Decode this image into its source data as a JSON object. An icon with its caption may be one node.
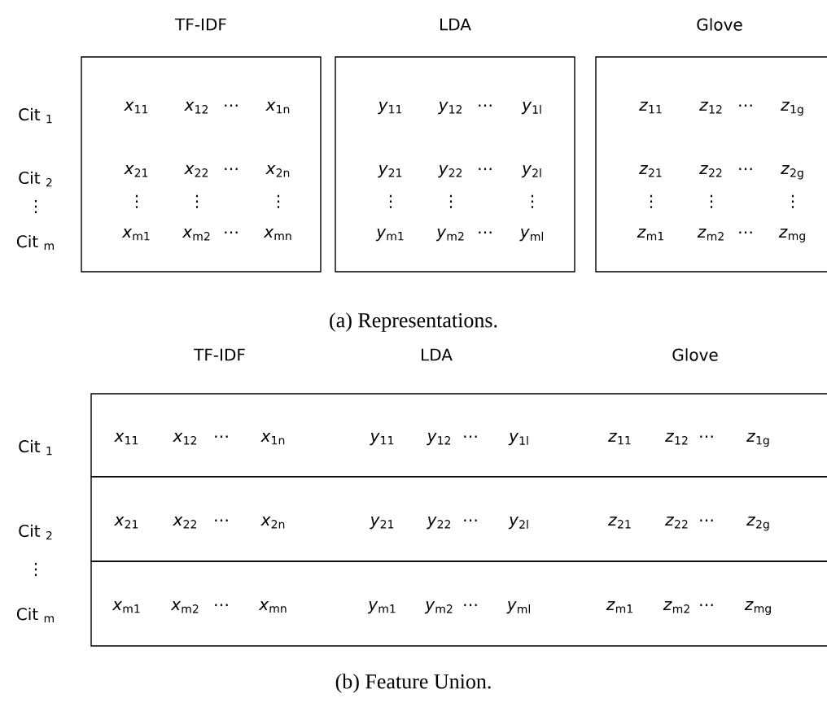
{
  "diagram": {
    "nodes": [
      {
        "text": [
          "TF-IDF",
          "*x*$_{11}$",
          "*x*$_{12}$",
          "⋯",
          "*x*$_{1n}$",
          "*x*$_{21}$",
          "*x*$_{22}$",
          "⋯",
          "*x*$_{2n}$",
          "⋮",
          "⋮",
          "⋮",
          "*x*$_{m1}$",
          "*x*$_{m2}$",
          "⋯",
          "*x*$_{mn}$"
        ]
      },
      {
        "text": [
          "LDA",
          "*y*$_{11}$",
          "*y*$_{12}$",
          "⋯",
          "*y*$_{1l}$",
          "*y*$_{21}$",
          "*y*$_{22}$",
          "⋯",
          "*y*$_{2l}$",
          "⋮",
          "⋮",
          "⋮",
          "*y*$_{m1}$",
          "*y*$_{m2}$",
          "⋯",
          "*y*$_{ml}$"
        ]
      },
      {
        "text": [
          "Glove",
          "*z*$_{11}$",
          "*z*$_{12}$",
          "⋯",
          "*z*$_{1g}$",
          "*z*$_{21}$",
          "*z*$_{22}$",
          "⋯",
          "*z*$_{2g}$",
          "⋮",
          "⋮",
          "⋮",
          "*z*$_{m1}$",
          "*z*$_{m2}$",
          "⋯",
          "*z*$_{mg}$"
        ]
      },
      {
        "text": [
          "*x*$_{11}$",
          "*x*$_{12}$",
          "⋯",
          "*x*$_{1n}$",
          "*y*$_{11}$",
          "*y*$_{12}$",
          "⋯",
          "*y*$_{1l}$",
          "*z*$_{11}$",
          "*z*$_{12}$",
          "⋯",
          "*z*$_{1g}$"
        ]
      },
      {
        "text": [
          "*x*$_{21}$",
          "*x*$_{22}$",
          "⋯",
          "*x*$_{2n}$",
          "*y*$_{21}$",
          "*y*$_{22}$",
          "⋯",
          "*y*$_{2l}$",
          "*z*$_{21}$",
          "*z*$_{22}$",
          "⋯",
          "*z*$_{2g}$"
        ]
      },
      {
        "text": [
          "*x*$_{m1}$",
          "*x*$_{m2}$",
          "⋯",
          "*x*$_{mn}$",
          "*y*$_{m1}$",
          "*y*$_{m2}$",
          "⋯",
          "*y*$_{ml}$",
          "*z*$_{m1}$",
          "*z*$_{m2}$",
          "⋯",
          "*z*$_{mg}$"
        ]
      }
    ],
    "labels": [
      "Cit $_{1}$",
      "Cit $_{2}$",
      "⋮",
      "Cit $_{m}$",
      "(a) Representations.",
      "TF-IDF",
      "LDA",
      "Glove",
      "Cit $_{1}$",
      "Cit $_{2}$",
      "⋮",
      "Cit $_{m}$",
      "(b) Feature Union."
    ]
  }
}
